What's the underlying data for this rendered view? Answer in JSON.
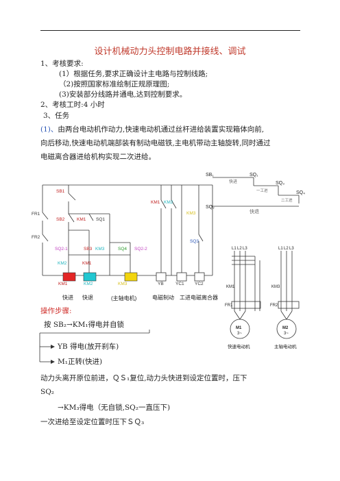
{
  "doc": {
    "title": "设计机械动力头控制电路并接线、调试",
    "sec1": "1、考核要求:",
    "req1": "(1）根据任务,要求正确设计主电路与控制线路;",
    "req2": "（2)按照国家标准绘制正规原理图;",
    "req3": "(3)安装部分线路并通电,达到控制要求。",
    "sec2": "2、考核工时:4 小时",
    "sec3": "3、任务",
    "task_num": "(1)、",
    "task_l1": "由两台电动机作动力,快速电动机通过丝杆进给装置实现箱体向前,",
    "task_l2": "向后移动,快速电动机端部装有制动电磁铁,主电机带动主轴旋转,同时通过",
    "task_l3": "电磁离合器进给机构实现二次进给。",
    "steps_title": "操作步骤:",
    "step1": "按 SB₂→KM₁得电并自锁",
    "step2": "YB 得电(放开刹车)",
    "step3": "M₁正转(快进)",
    "para1": "动力头离开原位前进，ＱＳ₁复位,动力头快进到设定位置时，压下",
    "para2": "SQ₂",
    "para3": "→KM₃得电（无自锁,SQ₂一直压下)",
    "para4": "一次进给至设定位置时压下ＳＱ₃"
  },
  "diagram": {
    "labels": {
      "sb1": "SB1",
      "sb2": "SB2",
      "fr1": "FR1",
      "fr2": "FR2",
      "km1a": "KM1",
      "sq1": "SQ1",
      "sq21": "SQ2-1",
      "sb3": "SB3",
      "km3a": "KM3",
      "sq4": "SQ4",
      "sq22": "SQ2-2",
      "km2a": "KM2",
      "km1b": "KM1",
      "km1c": "KM1",
      "km2b": "KM2",
      "km3b": "KM3",
      "sq3": "SQ3",
      "coil_km1": "KM1",
      "coil_km2": "KM2",
      "coil_km3": "KM3",
      "yb": "YB",
      "yc1": "YC1",
      "yc2": "YC2",
      "cap1": "快进",
      "cap2": "快退",
      "cap3": "(主轴电机)",
      "cap4": "电磁制动",
      "cap5": "工进电磁离合器"
    },
    "travel": {
      "sb1": "SB₁",
      "sq1": "SQ₁",
      "sq3": "SQ₃",
      "sq4": "SQ₄",
      "sq2": "SQ₂",
      "fast": "快进",
      "feed1": "一工进",
      "feed2": "二工进",
      "back": "快退"
    },
    "motor": {
      "l1": "L1",
      "l2": "L2",
      "l3": "L3",
      "km1": "KM1",
      "km3": "KM3",
      "fr1": "FR1",
      "fr2": "FR2",
      "m1": "M1",
      "m2": "M2",
      "ph": "3~",
      "cap1": "快速电动机",
      "cap2": "主轴电动机"
    }
  }
}
